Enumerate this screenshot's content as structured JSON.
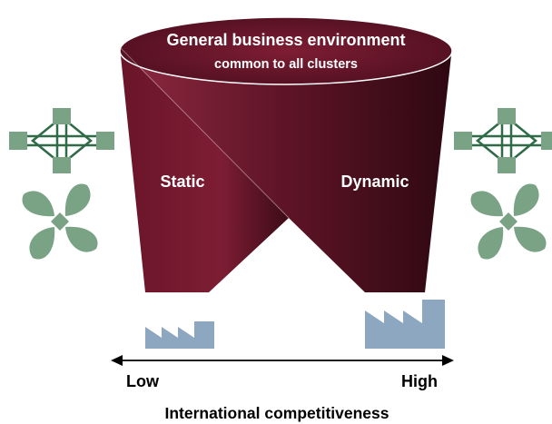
{
  "funnel": {
    "top_title": "General business environment",
    "top_subtitle": "common to all clusters",
    "left_label": "Static",
    "right_label": "Dynamic"
  },
  "axis": {
    "low_label": "Low",
    "high_label": "High",
    "title": "International competitiveness"
  },
  "icons": {
    "network": "network-diagram-icon",
    "cluster": "four-petal-cluster-icon",
    "factory": "factory-icon"
  },
  "colors": {
    "funnel_dark": "#4a0f1d",
    "funnel_mid": "#7a1c33",
    "funnel_light": "#8e2940",
    "icon_green": "#7aa386",
    "icon_dark_green": "#2e6b46",
    "factory_blue": "#8ea7c0"
  }
}
